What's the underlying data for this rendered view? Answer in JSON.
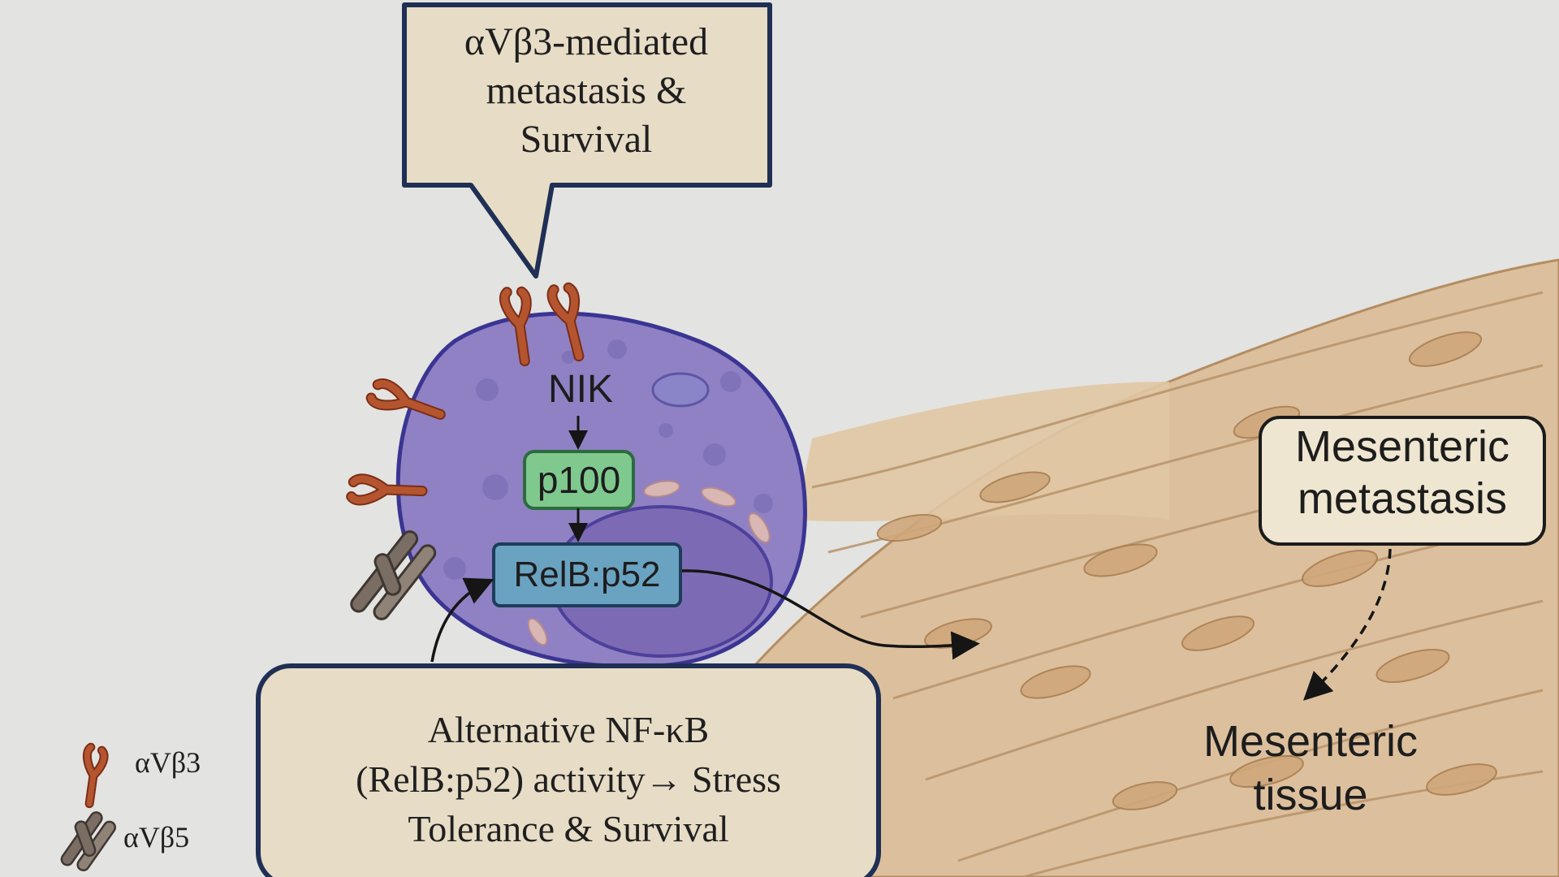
{
  "callout": {
    "lines": [
      "αVβ3-mediated",
      "metastasis &",
      "Survival"
    ]
  },
  "cell": {
    "nik_label": "NIK",
    "p100_label": "p100",
    "relb_label": "RelB:p52"
  },
  "bottom_box": {
    "lines": [
      "Alternative NF-κB",
      "(RelB:p52) activity→ Stress",
      "Tolerance & Survival"
    ]
  },
  "metastasis_box": {
    "lines": [
      "Mesenteric",
      "metastasis"
    ]
  },
  "tissue": {
    "lines": [
      "Mesenteric",
      "tissue"
    ]
  },
  "legend": {
    "items": [
      {
        "label": "αVβ3",
        "icon": "integrin-avb3-icon"
      },
      {
        "label": "αVβ5",
        "icon": "integrin-avb5-icon"
      }
    ]
  },
  "colors": {
    "background": "#e3e3e1",
    "box_fill": "#e7dcc5",
    "box_border": "#1f2f55",
    "cell_fill": "#8f81c4",
    "cell_border": "#3a3592",
    "p100_fill": "#7fc98e",
    "relb_fill": "#6aa3c1",
    "integrin_b3": "#b5552f",
    "integrin_b5": "#7a6d63",
    "tissue": "#dcc09d"
  }
}
